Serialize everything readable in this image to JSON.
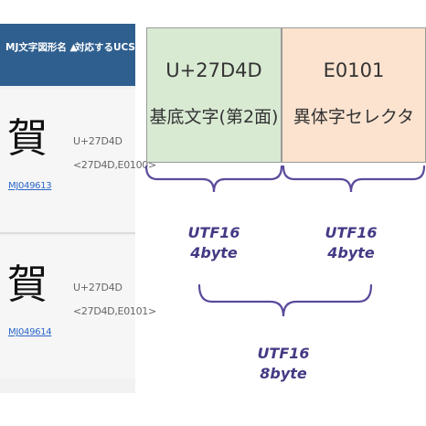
{
  "table": {
    "header": {
      "col1": "MJ文字図形名 ▲",
      "col2": "対応するUCS"
    },
    "rows": [
      {
        "glyph": "賀",
        "link": "MJ049613",
        "code1": "U+27D4D",
        "code2": "<27D4D,E0100>"
      },
      {
        "glyph": "賀",
        "link": "MJ049614",
        "code1": "U+27D4D",
        "code2": "<27D4D,E0101>"
      }
    ]
  },
  "diagram": {
    "left_box": {
      "line1": "U+27D4D",
      "line2": "基底文字(第2面)",
      "color": "#d9ead3"
    },
    "right_box": {
      "line1": "E0101",
      "line2": "異体字セレクタ",
      "color": "#fbe3cf"
    },
    "label_left": {
      "line1": "UTF16",
      "line2": "4byte"
    },
    "label_right": {
      "line1": "UTF16",
      "line2": "4byte"
    },
    "label_total": {
      "line1": "UTF16",
      "line2": "8byte"
    },
    "bracket_color": "#5b4a9b"
  }
}
